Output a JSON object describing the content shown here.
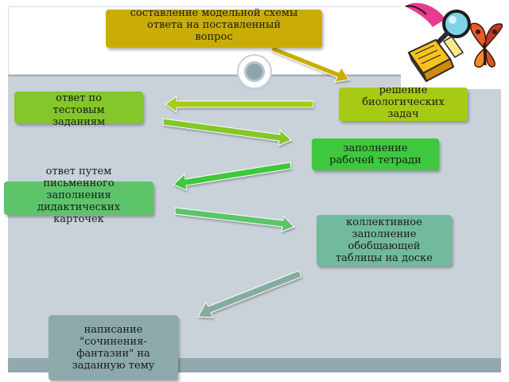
{
  "boxes": {
    "b1": "составление модельной схемы\nответа на поставленный\nвопрос",
    "b2": "решение\nбиологических\nзадач",
    "b3": "ответ по\nтестовым\nзаданиям",
    "b4": "заполнение\nрабочей тетради",
    "b5": "ответ путем\nписьменного\nзаполнения\nдидактических\nкарточек",
    "b6": "коллективное\nзаполнение\nобобщающей\nтаблицы на доске",
    "b7": "написание\n\"сочинения-\nфантазии\" на\nзаданную тему"
  },
  "colors": {
    "b1": "#c9ad06",
    "b2": "#a7cb14",
    "b3": "#83c72a",
    "b4": "#3ec83e",
    "b5": "#5dc46a",
    "b6": "#72ba9d",
    "b7": "#8daaaa",
    "panel": "#c9d2d9",
    "bar": "#93a7ae"
  },
  "clipart": [
    "magnifier-icon",
    "book-icon",
    "butterfly-icon"
  ]
}
